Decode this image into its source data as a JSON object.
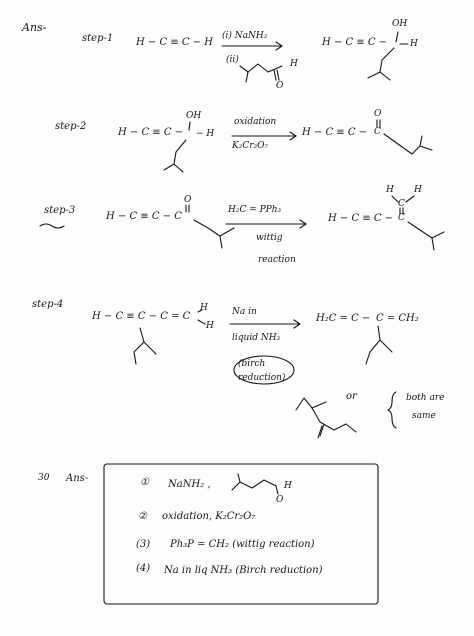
{
  "header": {
    "ans_label": "Ans-"
  },
  "steps": [
    {
      "label": "step-1",
      "reactant": "H − C ≡ C − H",
      "reagent_top": "(i) NaNH₂",
      "reagent_bottom_index": "(ii)",
      "aldehyde_H": "H",
      "aldehyde_O": "O",
      "product_left": "H − C ≡ C −",
      "product_OH": "OH",
      "product_H": "H"
    },
    {
      "label": "step-2",
      "reactant_left": "H − C ≡ C −",
      "reactant_OH": "OH",
      "reactant_H": "− H",
      "reagent_top": "oxidation",
      "reagent_bottom": "K₂Cr₂O₇",
      "product_left": "H − C ≡ C −",
      "product_O": "O",
      "product_C": "C"
    },
    {
      "label": "step-3",
      "reactant_left": "H − C ≡ C − C",
      "reactant_O": "O",
      "reagent_top": "H₂C = PPh₃",
      "reagent_bottom_1": "wittig",
      "reagent_bottom_2": "reaction",
      "product_left": "H − C ≡ C −",
      "product_H_left": "H",
      "product_H_right": "H",
      "product_C_top": "C",
      "product_C": "C"
    },
    {
      "label": "step-4",
      "reactant_left": "H − C ≡ C − C = C",
      "reactant_H_top": "H",
      "reactant_H_bottom": "H",
      "reagent_top_1": "Na in",
      "reagent_top_2": "liquid NH₃",
      "reagent_bottom_1": "(birch",
      "reagent_bottom_2": "reduction)",
      "product_H2C": "H₂C = C −",
      "product_C": "C = CH₂",
      "or_label": "or",
      "both_same": "both are",
      "both_same_2": "same"
    }
  ],
  "summary": {
    "number_label": "30",
    "ans_label": "Ans-",
    "items": [
      {
        "index": "①",
        "text": "NaNH₂ ,",
        "ald_H": "H",
        "ald_O": "O"
      },
      {
        "index": "②",
        "text": "oxidation, K₂Cr₂O₇"
      },
      {
        "index": "(3)",
        "text": "Ph₃P = CH₂  (wittig reaction)"
      },
      {
        "index": "(4)",
        "text": "Na in liq NH₃  (Birch reduction)"
      }
    ]
  }
}
